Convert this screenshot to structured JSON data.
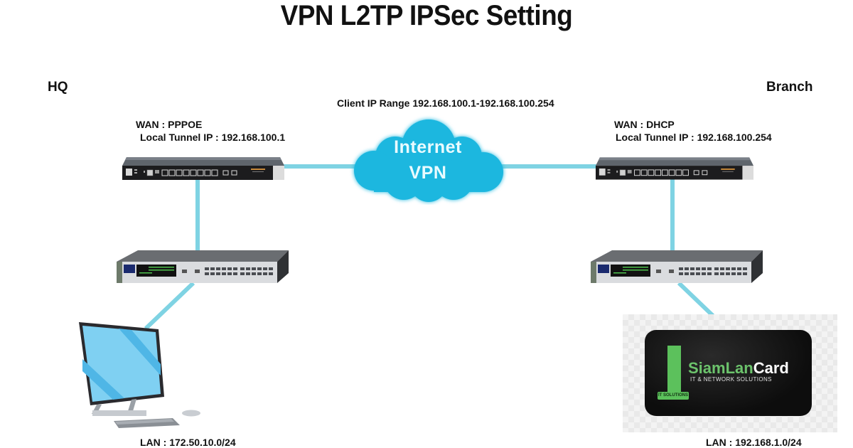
{
  "title": "VPN L2TP IPSec Setting",
  "client_ip_range": "Client IP Range 192.168.100.1-192.168.100.254",
  "cloud": {
    "line1": "Internet",
    "line2": "VPN",
    "icon": "cloud-icon",
    "color": "#1fb7df"
  },
  "link_color": "#7fd3e3",
  "hq": {
    "site_label": "HQ",
    "wan": "WAN : PPPOE",
    "tunnel_ip": "Local Tunnel IP : 192.168.100.1",
    "router_icon": "router-icon",
    "switch_icon": "switch-icon",
    "endpoint_icon": "desktop-computer-icon",
    "lan": "LAN : 172.50.10.0/24"
  },
  "branch": {
    "site_label": "Branch",
    "wan": "WAN : DHCP",
    "tunnel_ip": "Local Tunnel IP : 192.168.100.254",
    "router_icon": "router-icon",
    "switch_icon": "switch-icon",
    "endpoint_icon": "company-logo-card",
    "lan": "LAN : 192.168.1.0/24"
  },
  "logo": {
    "brand_part1": "SiamLan",
    "brand_part2": "Card",
    "tagline": "IT & NETWORK SOLUTIONS",
    "badge": "IT SOLUTIONS",
    "accent": "#5cc15c"
  }
}
